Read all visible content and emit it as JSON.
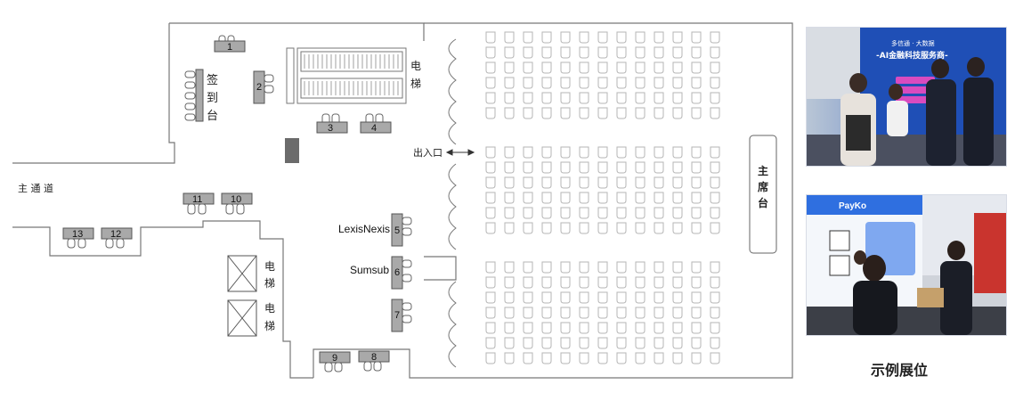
{
  "areas": {
    "checkin_desk": [
      "签",
      "到",
      "台"
    ],
    "elevator_top": [
      "电",
      "梯"
    ],
    "elevator_left_a": [
      "电",
      "梯"
    ],
    "elevator_left_b": [
      "电",
      "梯"
    ],
    "entrance": "出入口",
    "main_aisle": "主 通 道",
    "main_stage": [
      "主",
      "席",
      "台"
    ]
  },
  "booths": [
    "1",
    "2",
    "3",
    "4",
    "5",
    "6",
    "7",
    "8",
    "9",
    "10",
    "11",
    "12",
    "13"
  ],
  "sponsors": {
    "booth5": "LexisNexis",
    "booth6": "Sumsub"
  },
  "photo_caption": "示例展位",
  "photo_texts": {
    "photo1_banner": "-AI金融科技服务商-",
    "photo2_brand": "PayKo"
  },
  "colors": {
    "booth_fill": "#a9a9a9",
    "pillar_fill": "#6b6b6b",
    "wall": "#777777",
    "seat": "#b5b5b5"
  }
}
